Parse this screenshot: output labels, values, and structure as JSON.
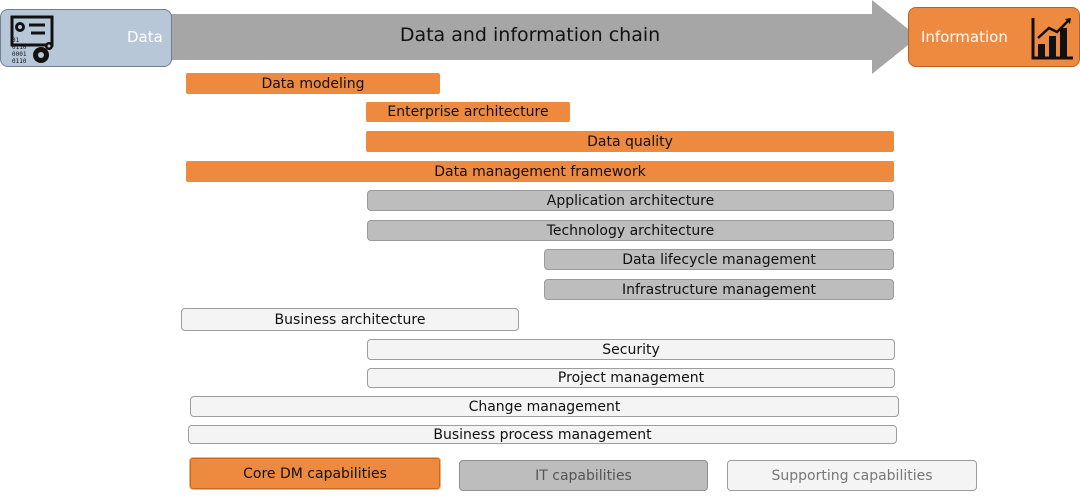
{
  "header": {
    "chain_label": "Data and information chain",
    "data_box": {
      "label": "Data",
      "icon": "data-gears-icon",
      "icon_text": "01\n0110\n0001\n0110"
    },
    "info_box": {
      "label": "Information",
      "icon": "bar-chart-growth-icon"
    }
  },
  "capabilities": [
    {
      "label": "Data modeling",
      "category": "core"
    },
    {
      "label": "Enterprise architecture",
      "category": "core"
    },
    {
      "label": "Data quality",
      "category": "core"
    },
    {
      "label": "Data management framework",
      "category": "core"
    },
    {
      "label": "Application architecture",
      "category": "it"
    },
    {
      "label": "Technology architecture",
      "category": "it"
    },
    {
      "label": "Data lifecycle management",
      "category": "it"
    },
    {
      "label": "Infrastructure management",
      "category": "it"
    },
    {
      "label": "Business architecture",
      "category": "supporting"
    },
    {
      "label": "Security",
      "category": "supporting"
    },
    {
      "label": "Project management",
      "category": "supporting"
    },
    {
      "label": "Change management",
      "category": "supporting"
    },
    {
      "label": "Business process management",
      "category": "supporting"
    }
  ],
  "legend": {
    "core": "Core DM capabilities",
    "it": "IT capabilities",
    "supporting": "Supporting capabilities"
  },
  "colors": {
    "core": "#EE8A3F",
    "it": "#BDBDBD",
    "supporting": "#F4F4F4",
    "arrow": "#A6A6A6",
    "data_box": "#B8C7D8"
  }
}
